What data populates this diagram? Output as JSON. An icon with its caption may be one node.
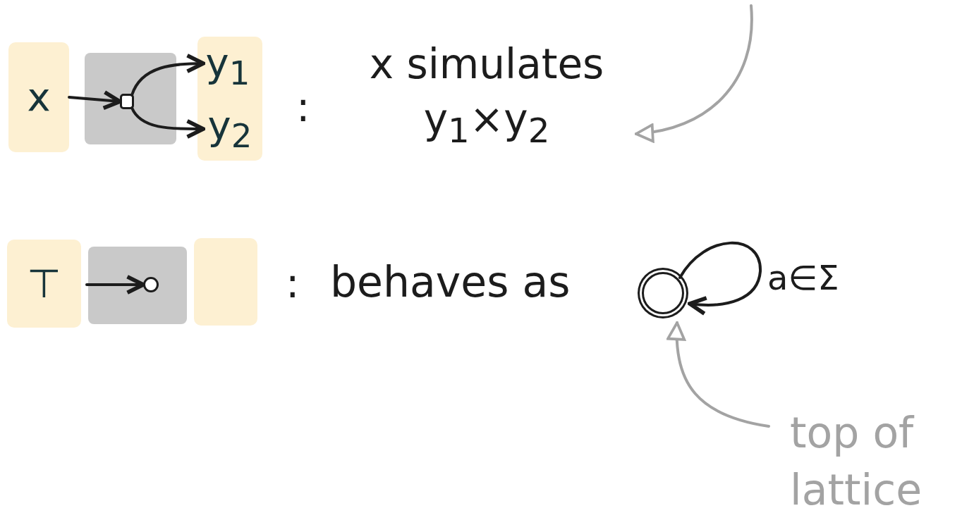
{
  "diagram": {
    "nodes": [
      {
        "text": [
          "x"
        ]
      },
      {
        "text": [],
        "shape": "box"
      },
      {
        "text": [],
        "shape": "box",
        "in": 1
      },
      {
        "text": [],
        "shape": "box"
      },
      {
        "text": [
          "y$_{1}$"
        ],
        "in": 3
      },
      {
        "text": [
          "y$_{2}$"
        ],
        "in": 3
      },
      {
        "text": [
          "x simulates y$_{1}$×y$_{2}$"
        ]
      },
      {
        "text": [
          "⊤"
        ]
      },
      {
        "text": [],
        "shape": "box"
      },
      {
        "text": [],
        "shape": "circle",
        "in": 8
      },
      {
        "text": [],
        "shape": "box"
      },
      {
        "text": [],
        "shape": "circle"
      },
      {
        "text": [
          "top of lattice"
        ]
      }
    ],
    "edges": [
      {
        "from": 0,
        "to": 2,
        "arrow": "to"
      },
      {
        "from": 2,
        "to": 4,
        "arrow": "to"
      },
      {
        "from": 2,
        "to": 5,
        "arrow": "to"
      },
      {
        "from": null,
        "to": 6,
        "arrow": "to",
        "color": "#a3a3a3"
      },
      {
        "from": 7,
        "to": 9,
        "arrow": "to"
      },
      {
        "from": 11,
        "to": 11,
        "arrow": "to",
        "label": "a∈Σ"
      },
      {
        "from": 12,
        "to": 11,
        "arrow": "to",
        "color": "#a3a3a3"
      }
    ],
    "labels": [
      ":",
      ":",
      "behaves as"
    ]
  }
}
